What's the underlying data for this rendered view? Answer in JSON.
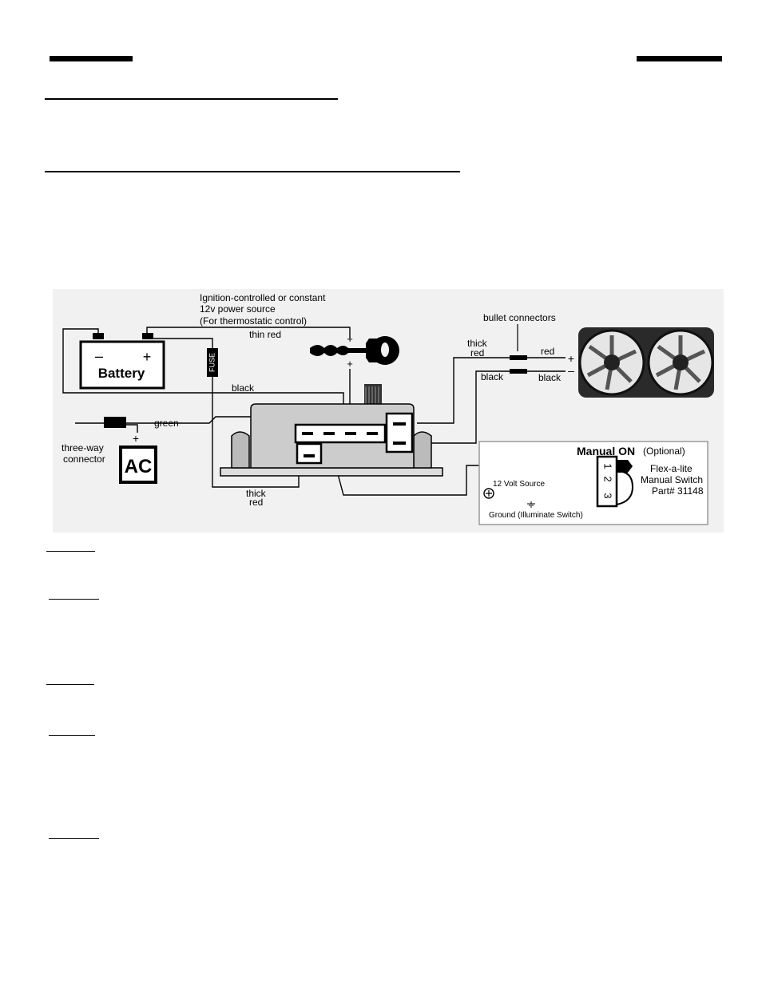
{
  "diagram": {
    "power_source_line1": "Ignition-controlled or constant",
    "power_source_line2": "12v power source",
    "power_source_line3": "(For thermostatic control)",
    "thin_red": "thin red",
    "bullet_connectors": "bullet connectors",
    "thick_red_top_1": "thick",
    "thick_red_top_2": "red",
    "red": "red",
    "black_left": "black",
    "black_right": "black",
    "black_main": "black",
    "battery_label": "Battery",
    "battery_minus": "–",
    "battery_plus": "+",
    "fuse_label": "FUSE",
    "key_plus_top": "+",
    "key_plus_bottom": "+",
    "fan_plus": "+",
    "fan_minus": "–",
    "green": "green",
    "three_way_1": "three-way",
    "three_way_2": "connector",
    "ac_plus": "+",
    "ac_label": "AC",
    "thick_red_bottom_1": "thick",
    "thick_red_bottom_2": "red",
    "manual_on": "Manual ON",
    "optional": "(Optional)",
    "switch_line1": "Flex-a-lite",
    "switch_line2": "Manual Switch",
    "switch_line3": "Part# 31148",
    "volt_source": "12 Volt Source",
    "ground": "Ground (Illuminate Switch)",
    "pin1": "1",
    "pin2": "2",
    "pin3": "3"
  }
}
